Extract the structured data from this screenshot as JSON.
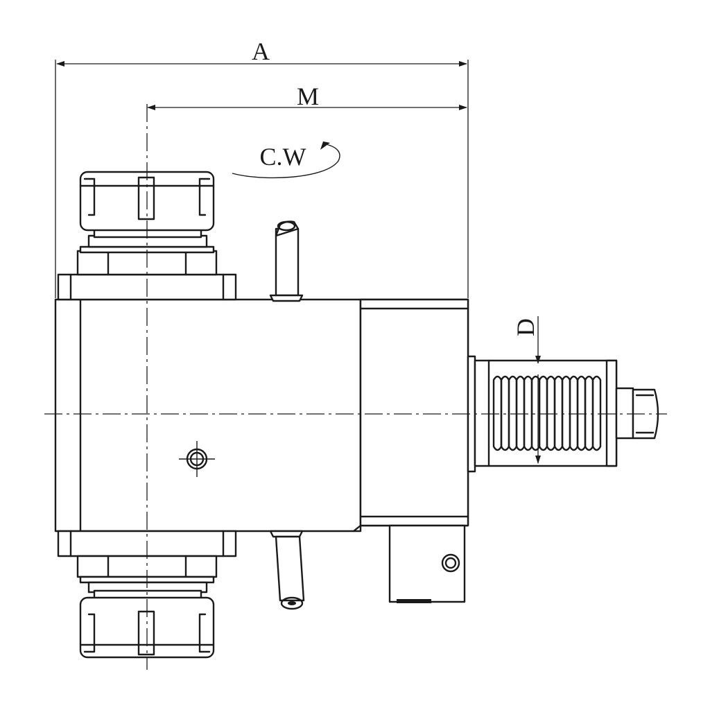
{
  "dimensions": {
    "overall_length": "A",
    "spindle_offset": "M",
    "shank_diameter": "D"
  },
  "rotation": {
    "label": "C.W"
  },
  "colors": {
    "line": "#1a1a1a",
    "background": "#ffffff"
  }
}
